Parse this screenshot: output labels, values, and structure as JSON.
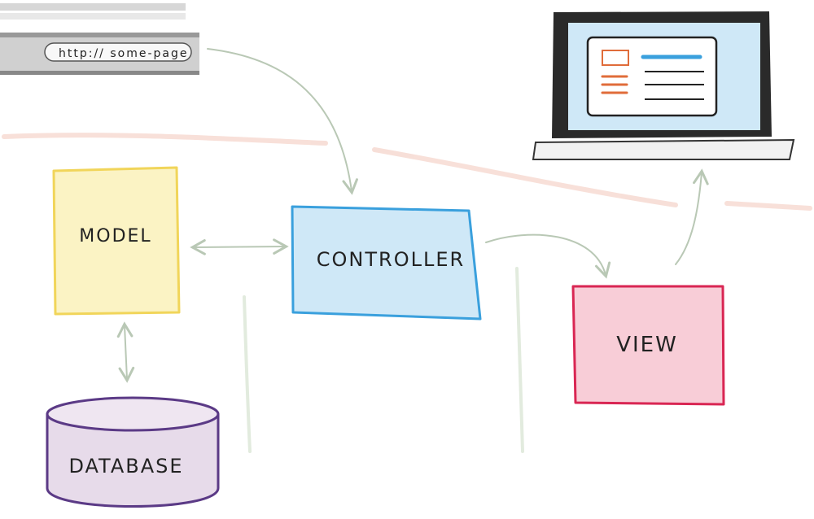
{
  "browser": {
    "url": "http:// some-page"
  },
  "nodes": {
    "model": {
      "label": "MODEL"
    },
    "controller": {
      "label": "CONTROLLER"
    },
    "view": {
      "label": "VIEW"
    },
    "database": {
      "label": "DATABASE"
    }
  },
  "colors": {
    "model_fill": "#fbf3c4",
    "model_stroke": "#f1d55a",
    "controller_fill": "#cfe8f7",
    "controller_stroke": "#3aa0dd",
    "view_fill": "#f8cdd7",
    "view_stroke": "#d92653",
    "database_fill": "#e7dbea",
    "database_stroke": "#5b3a86",
    "arrow": "#b9c8b5"
  },
  "icons": [
    "browser-address-bar",
    "laptop-icon"
  ]
}
